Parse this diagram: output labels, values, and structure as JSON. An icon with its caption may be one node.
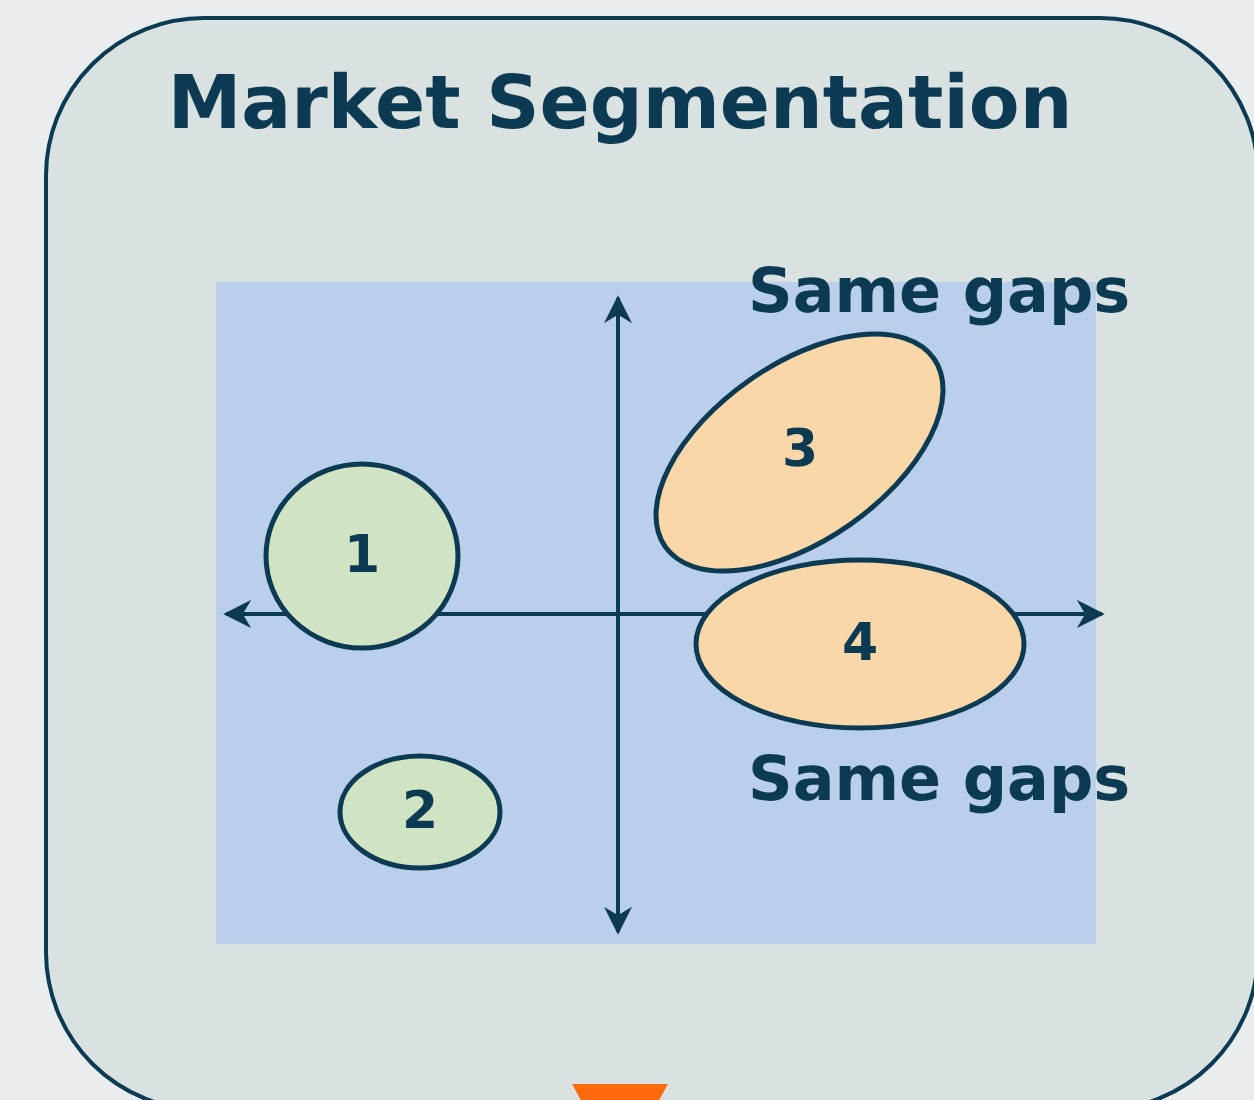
{
  "diagram": {
    "nodes": [
      {
        "text": [
          "Market Segmentation"
        ]
      },
      {
        "text": [
          "1"
        ],
        "in": 0
      },
      {
        "text": [
          "2"
        ],
        "in": 0
      },
      {
        "text": [
          "3"
        ],
        "in": 0
      },
      {
        "text": [
          "4"
        ],
        "in": 0
      }
    ],
    "labels": [
      "Same gaps",
      "Same gaps"
    ]
  }
}
